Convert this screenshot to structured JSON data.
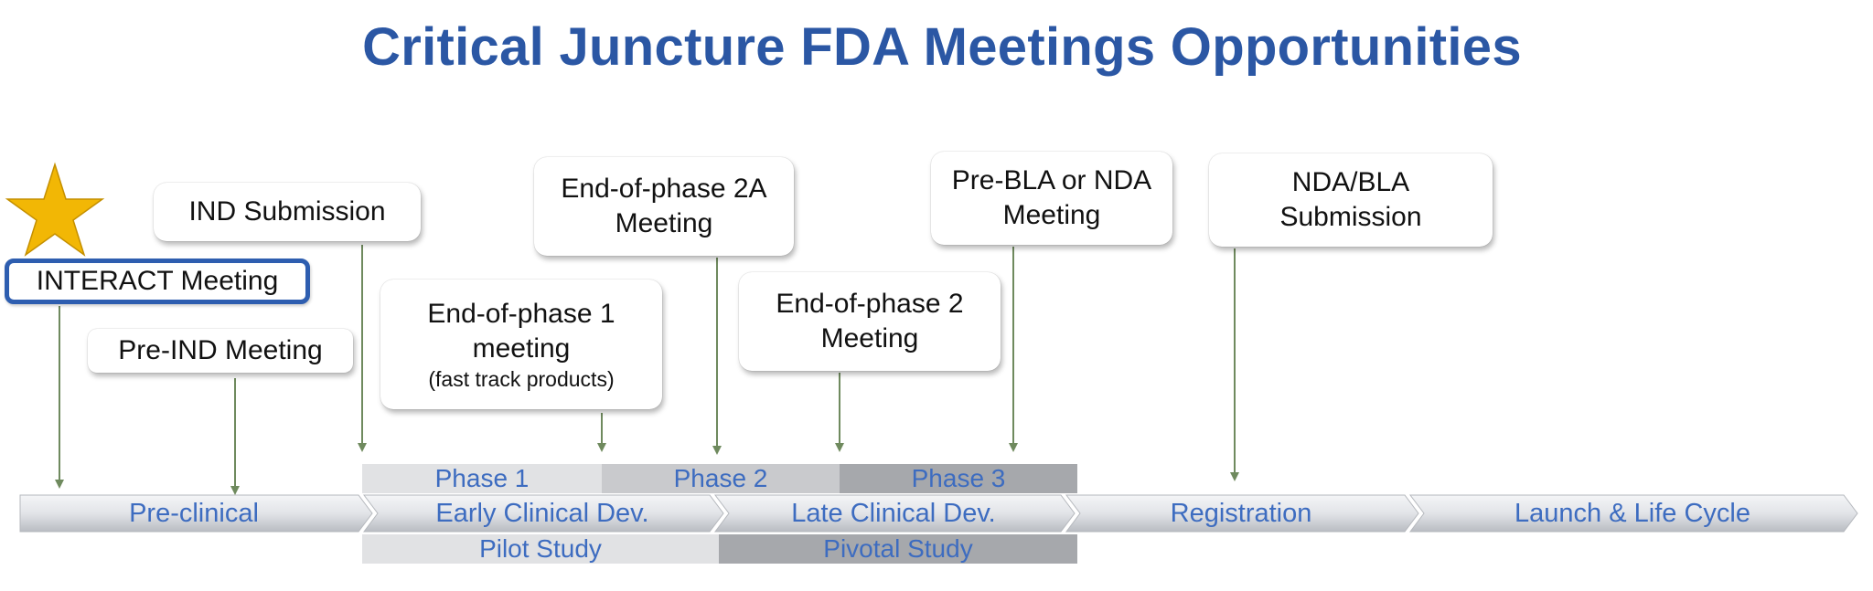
{
  "title": "Critical Juncture FDA Meetings Opportunities",
  "callouts": {
    "ind_submission": "IND Submission",
    "interact": "INTERACT Meeting",
    "pre_ind": "Pre-IND Meeting",
    "eop1_line1": "End-of-phase 1",
    "eop1_line2": "meeting",
    "eop1_note": "(fast track products)",
    "eop2a_line1": "End-of-phase 2A",
    "eop2a_line2": "Meeting",
    "eop2_line1": "End-of-phase 2",
    "eop2_line2": "Meeting",
    "pre_bla_line1": "Pre-BLA or NDA",
    "pre_bla_line2": "Meeting",
    "nda_bla_line1": "NDA/BLA",
    "nda_bla_line2": "Submission"
  },
  "phases": {
    "phase1": "Phase 1",
    "phase2": "Phase 2",
    "phase3": "Phase 3",
    "pilot": "Pilot Study",
    "pivotal": "Pivotal Study"
  },
  "stages": [
    "Pre-clinical",
    "Early Clinical Dev.",
    "Late Clinical Dev.",
    "Registration",
    "Launch & Life Cycle"
  ],
  "colors": {
    "title": "#2b57a4",
    "label": "#3d6cc0",
    "arrow": "#6f8a5e",
    "star": "#f2b705",
    "interact_border": "#2e5eb0"
  }
}
